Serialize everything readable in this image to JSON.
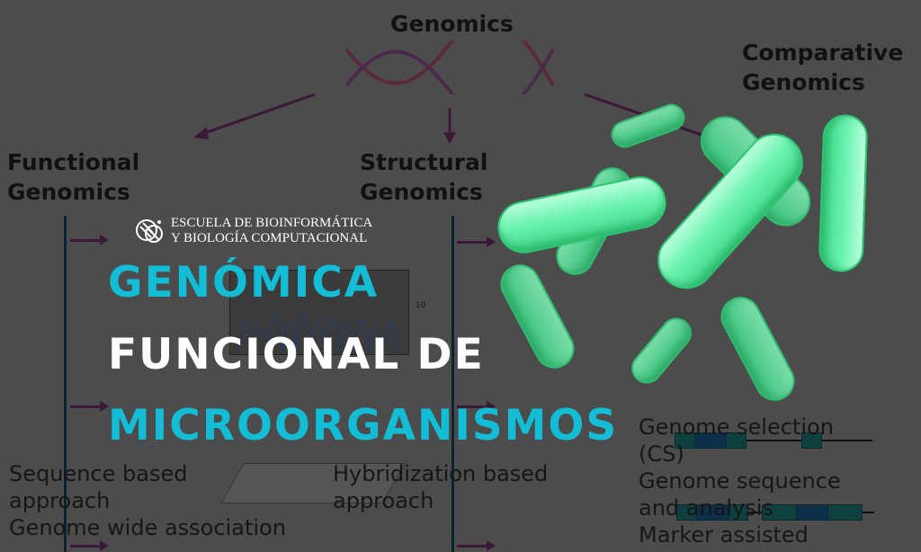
{
  "diagram": {
    "top": "Genomics",
    "functional": [
      "Functional",
      "Genomics"
    ],
    "structural": [
      "Structural",
      "Genomics"
    ],
    "comparative": [
      "Comparative",
      "Genomics"
    ],
    "f_items": [
      "Sequence based",
      "approach",
      "Hybridization based",
      "approach",
      "Genome wide association"
    ],
    "s_items": [
      "Genome selection",
      "(CS)",
      "Genome sequence",
      "and analysis",
      "Marker assisted"
    ],
    "axis_tick": "10"
  },
  "logo": {
    "line1": "ESCUELA DE BIOINFORMÁTICA",
    "line2": "Y BIOLOGÍA COMPUTACIONAL"
  },
  "title": {
    "line1": "GENÓMICA",
    "line2": "FUNCIONAL DE",
    "line3": "MICROORGANISMOS"
  },
  "colors": {
    "accent": "#13bdd6",
    "bacteria": "#6cf3b0",
    "background": "#4c4c4c"
  }
}
